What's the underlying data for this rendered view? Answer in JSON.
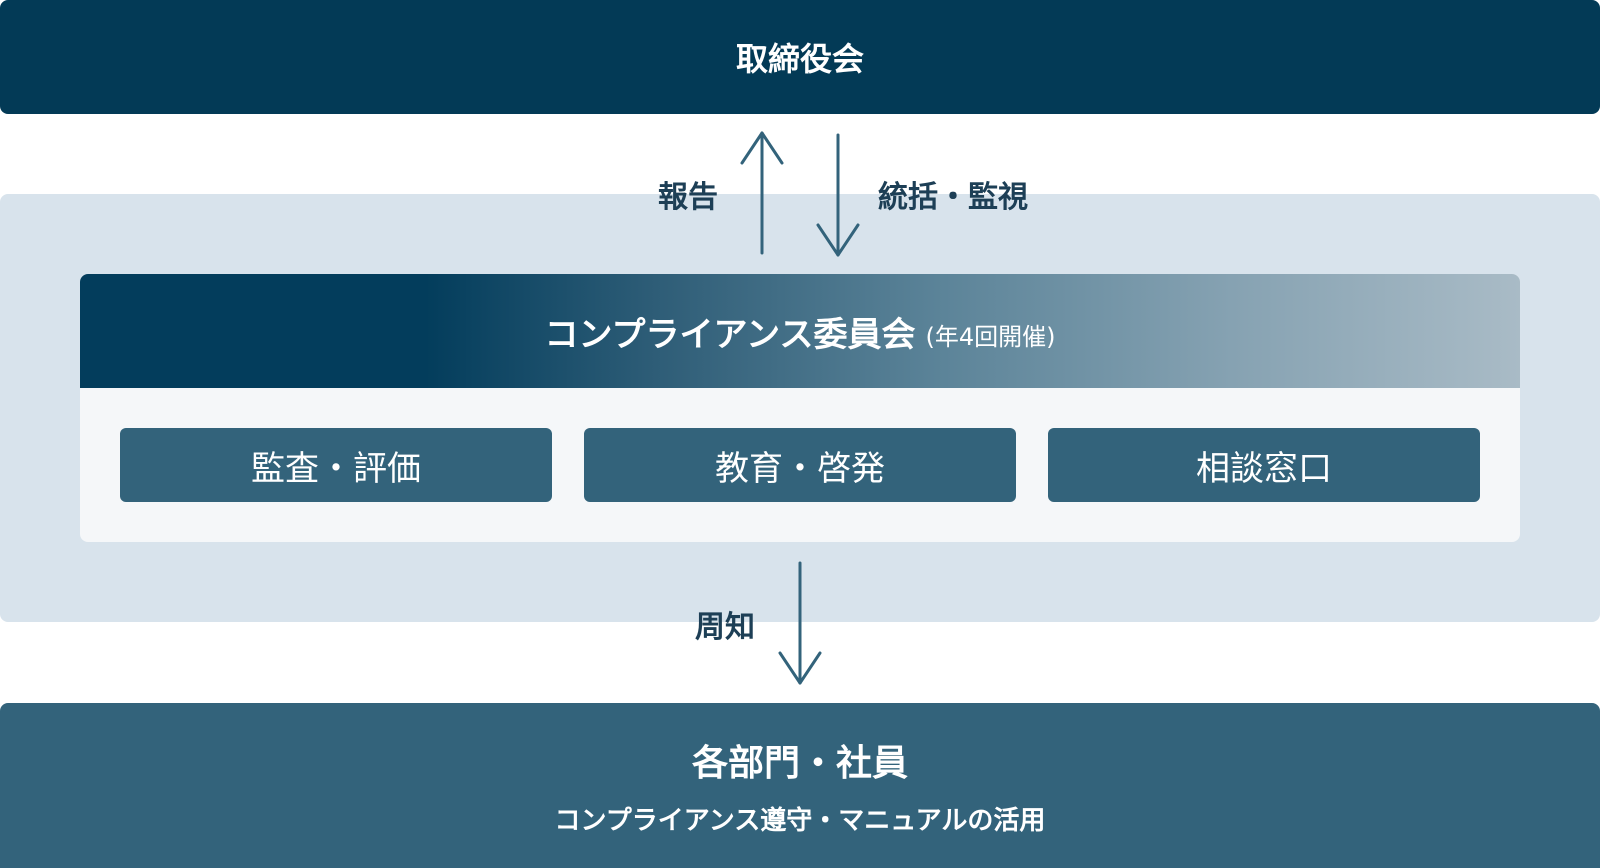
{
  "board": {
    "label": "取締役会"
  },
  "flows": {
    "report": "報告",
    "oversight": "統括・監視",
    "notice": "周知"
  },
  "committee": {
    "title": "コンプライアンス委員会",
    "subtitle": "(年4回開催)",
    "functions": [
      "監査・評価",
      "教育・啓発",
      "相談窓口"
    ]
  },
  "departments": {
    "title": "各部門・社員",
    "description": "コンプライアンス遵守・マニュアルの活用"
  },
  "colors": {
    "navy": "#033a56",
    "teal": "#33637b",
    "zone": "#d8e3ec",
    "arrow": "#33637b"
  }
}
